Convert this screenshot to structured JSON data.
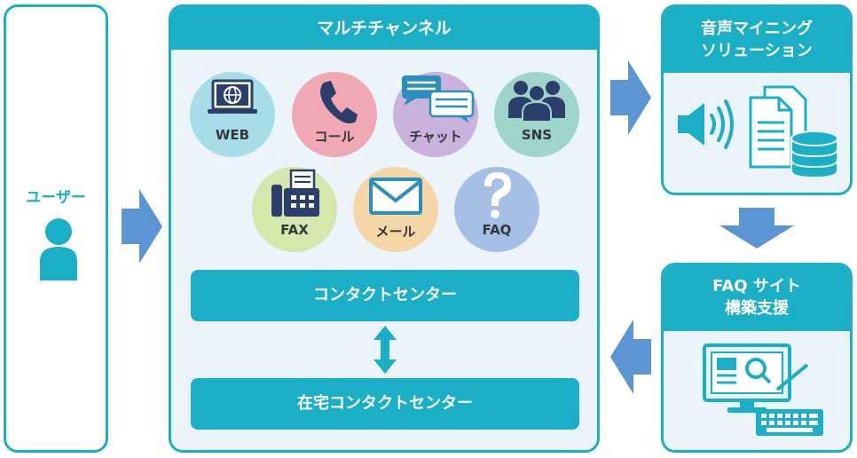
{
  "user": {
    "label": "ユーザー",
    "icon": "user-icon"
  },
  "multichannel": {
    "title": "マルチチャンネル",
    "channels": [
      {
        "label": "WEB",
        "icon": "web-icon",
        "color": "#a7dde7"
      },
      {
        "label": "コール",
        "icon": "phone-icon",
        "color": "#efa8b4"
      },
      {
        "label": "チャット",
        "icon": "chat-icon",
        "color": "#c9b3dc"
      },
      {
        "label": "SNS",
        "icon": "people-icon",
        "color": "#9fd4cb"
      },
      {
        "label": "FAX",
        "icon": "fax-icon",
        "color": "#d6e7ac"
      },
      {
        "label": "メール",
        "icon": "mail-icon",
        "color": "#f5d6a6"
      },
      {
        "label": "FAQ",
        "icon": "question-icon",
        "color": "#a6bfe6"
      }
    ],
    "contact_center": "コンタクトセンター",
    "home_contact_center": "在宅コンタクトセンター"
  },
  "voice_mining": {
    "title_line1": "音声マイニング",
    "title_line2": "ソリューション",
    "icons": [
      "speaker-icon",
      "documents-icon",
      "database-icon"
    ]
  },
  "faq_site": {
    "title_line1": "FAQ サイト",
    "title_line2": "構築支援",
    "icons": [
      "monitor-icon",
      "keyboard-icon"
    ]
  },
  "colors": {
    "accent": "#1aafc6",
    "arrow": "#5b95d4",
    "panel_bg": "#eaf4fa"
  }
}
